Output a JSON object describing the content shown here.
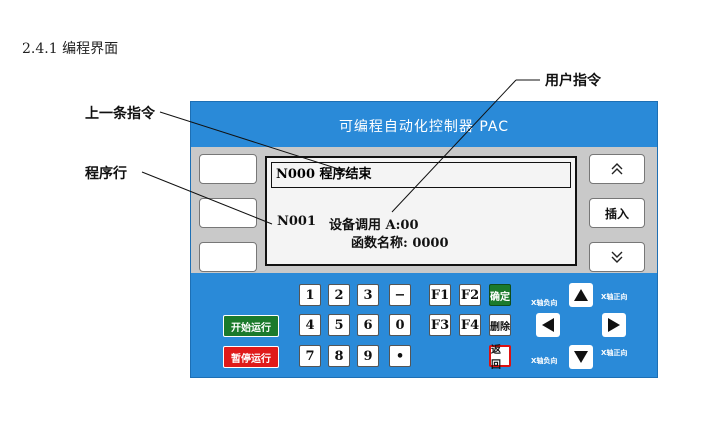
{
  "section_heading": "2.4.1 编程界面",
  "callouts": {
    "user_instruction": "用户指令",
    "previous_instruction": "上一条指令",
    "program_line": "程序行"
  },
  "panel": {
    "title": "可编程自动化控制器 PAC",
    "screen": {
      "line1": "N000 程序结束",
      "line2_no": "N001",
      "line2_cmd": "设备调用 A:00",
      "line3": "函数名称: 0000"
    },
    "side_buttons": {
      "insert": "插入"
    },
    "keys": {
      "row1": [
        "1",
        "2",
        "3",
        "−",
        "F1",
        "F2"
      ],
      "row2": [
        "4",
        "5",
        "6",
        "0",
        "F3",
        "F4"
      ],
      "row3": [
        "7",
        "8",
        "9",
        "•"
      ],
      "confirm": "确定",
      "delete": "删除",
      "back": "返回"
    },
    "run_buttons": {
      "start": "开始运行",
      "pause": "暂停运行"
    },
    "axis_labels": {
      "x_neg_top": "X轴负向",
      "x_pos_top": "X轴正向",
      "x_neg_bottom": "X轴负向",
      "x_pos_bottom": "X轴正向"
    },
    "colors": {
      "panel_blue": "#2a8ad8",
      "start_green": "#1b7a2c",
      "pause_red": "#e01a1a"
    }
  }
}
